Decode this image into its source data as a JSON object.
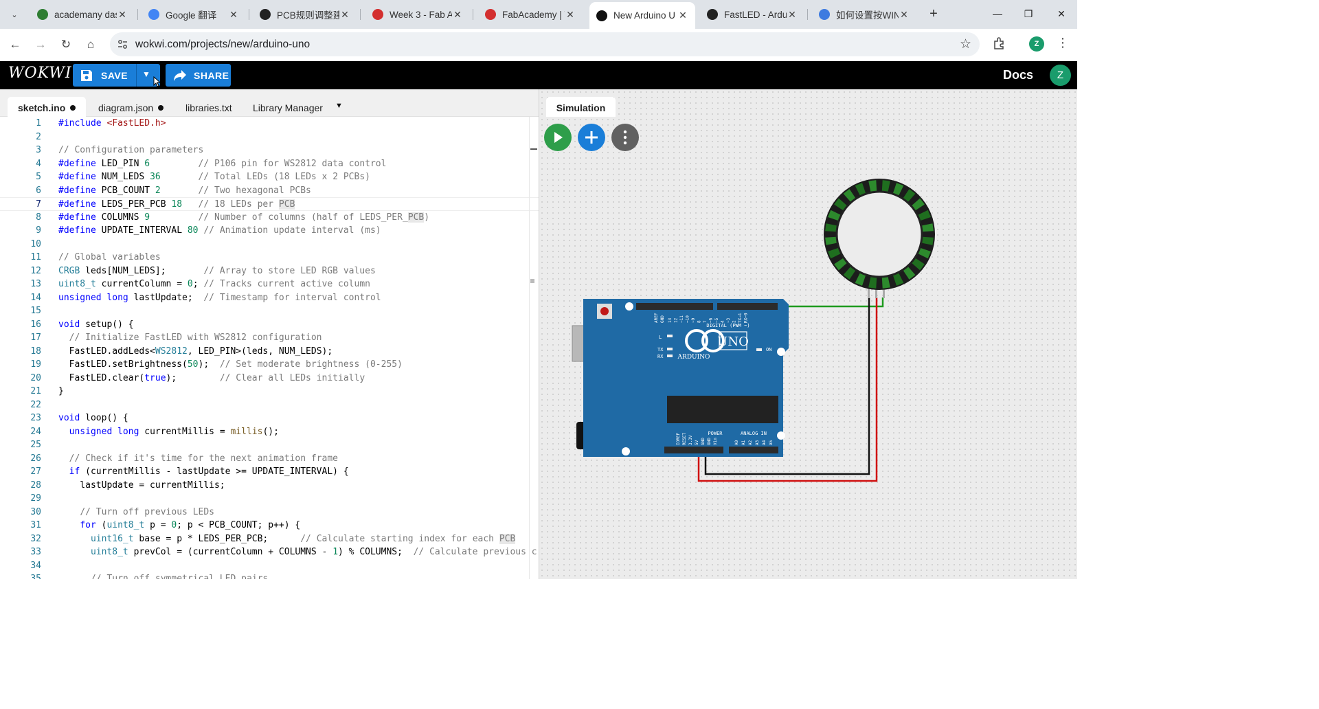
{
  "browser": {
    "tabs": [
      {
        "title": "academany das",
        "favicon_color": "#2e7d32"
      },
      {
        "title": "Google 翻译",
        "favicon_color": "#4285f4"
      },
      {
        "title": "PCB规则调整建",
        "favicon_color": "#222222"
      },
      {
        "title": "Week 3 - Fab A",
        "favicon_color": "#d32f2f"
      },
      {
        "title": "FabAcademy | Y",
        "favicon_color": "#d32f2f"
      },
      {
        "title": "New Arduino U",
        "favicon_color": "#111111"
      },
      {
        "title": "FastLED - Ardui",
        "favicon_color": "#222222"
      },
      {
        "title": "如何设置按WIN",
        "favicon_color": "#3d7be0"
      }
    ],
    "active_tab_index": 5,
    "url": "wokwi.com/projects/new/arduino-uno",
    "profile_initial": "Z"
  },
  "app": {
    "logo": "WOKWI",
    "save_label": "SAVE",
    "share_label": "SHARE",
    "docs_label": "Docs",
    "avatar_initial": "Z",
    "accent": "#1a7ed8"
  },
  "editor": {
    "tabs": [
      {
        "label": "sketch.ino",
        "modified": true,
        "active": true
      },
      {
        "label": "diagram.json",
        "modified": true,
        "active": false
      },
      {
        "label": "libraries.txt",
        "modified": false,
        "active": false
      },
      {
        "label": "Library Manager",
        "modified": false,
        "active": false
      }
    ],
    "current_line": 7,
    "lines": [
      "#include <FastLED.h>",
      "",
      "// Configuration parameters",
      "#define LED_PIN 6         // P106 pin for WS2812 data control",
      "#define NUM_LEDS 36       // Total LEDs (18 LEDs x 2 PCBs)",
      "#define PCB_COUNT 2       // Two hexagonal PCBs",
      "#define LEDS_PER_PCB 18   // 18 LEDs per PCB",
      "#define COLUMNS 9         // Number of columns (half of LEDS_PER_PCB)",
      "#define UPDATE_INTERVAL 80 // Animation update interval (ms)",
      "",
      "// Global variables",
      "CRGB leds[NUM_LEDS];       // Array to store LED RGB values",
      "uint8_t currentColumn = 0; // Tracks current active column",
      "unsigned long lastUpdate;  // Timestamp for interval control",
      "",
      "void setup() {",
      "  // Initialize FastLED with WS2812 configuration",
      "  FastLED.addLeds<WS2812, LED_PIN>(leds, NUM_LEDS);",
      "  FastLED.setBrightness(50);  // Set moderate brightness (0-255)",
      "  FastLED.clear(true);        // Clear all LEDs initially",
      "}",
      "",
      "void loop() {",
      "  unsigned long currentMillis = millis();",
      "",
      "  // Check if it's time for the next animation frame",
      "  if (currentMillis - lastUpdate >= UPDATE_INTERVAL) {",
      "    lastUpdate = currentMillis;",
      "",
      "    // Turn off previous LEDs",
      "    for (uint8_t p = 0; p < PCB_COUNT; p++) {",
      "      uint16_t base = p * LEDS_PER_PCB;      // Calculate starting index for each PCB",
      "      uint8_t prevCol = (currentColumn + COLUMNS - 1) % COLUMNS;  // Calculate previous c",
      "",
      "      // Turn off symmetrical LED pairs"
    ]
  },
  "simulation": {
    "tab_label": "Simulation",
    "play_color": "#2e9e4a",
    "add_color": "#1a7ed8",
    "more_color": "#616161",
    "board": {
      "name": "UNO",
      "brand": "ARDUINO",
      "header_digital": "DIGITAL (PWM ~)",
      "header_power": "POWER",
      "header_analog": "ANALOG IN",
      "label_tx": "TX",
      "label_rx": "RX",
      "label_l": "L",
      "label_on": "ON",
      "label_aref": "AREF",
      "label_gnd": "GND",
      "digital_pins": [
        "13",
        "12",
        "~11",
        "~10",
        "~9",
        "8",
        "7",
        "~6",
        "~5",
        "4",
        "~3",
        "2",
        "TX→1",
        "RX←0"
      ],
      "power_pins": [
        "IOREF",
        "RESET",
        "3.3V",
        "5V",
        "GND",
        "GND",
        "Vin"
      ],
      "analog_pins": [
        "A0",
        "A1",
        "A2",
        "A3",
        "A4",
        "A5"
      ],
      "color": "#1f6aa5"
    },
    "ring": {
      "led_count": 24,
      "color": "#2d8a2d"
    },
    "wires": {
      "signal": "#1e9a1e",
      "ground": "#111111",
      "power": "#d01010"
    }
  }
}
